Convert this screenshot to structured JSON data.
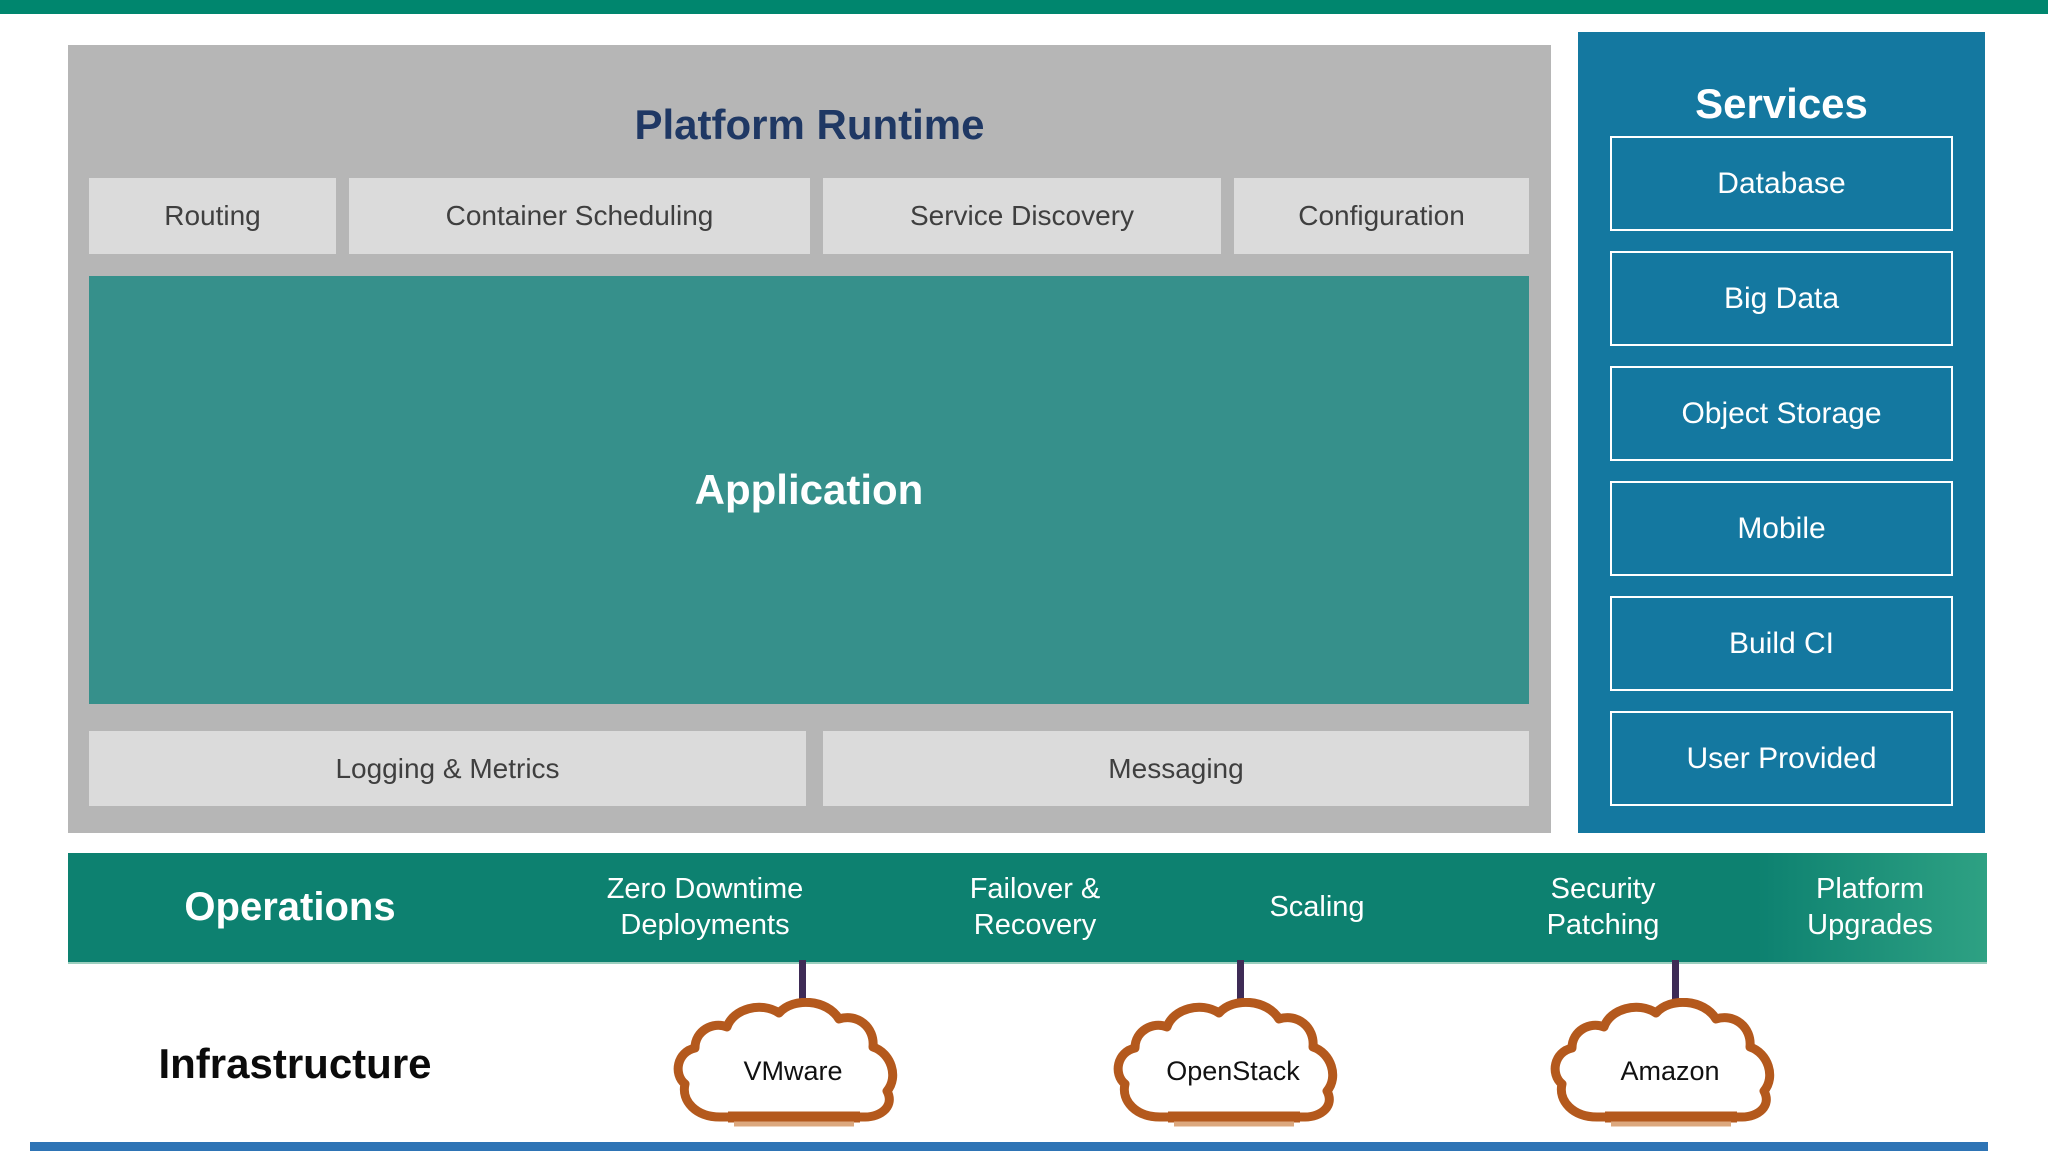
{
  "platform_runtime": {
    "title": "Platform Runtime",
    "top_boxes": [
      "Routing",
      "Container Scheduling",
      "Service Discovery",
      "Configuration"
    ],
    "application_label": "Application",
    "bottom_boxes": [
      "Logging & Metrics",
      "Messaging"
    ]
  },
  "services": {
    "title": "Services",
    "items": [
      "Database",
      "Big Data",
      "Object Storage",
      "Mobile",
      "Build CI",
      "User Provided"
    ]
  },
  "operations": {
    "title": "Operations",
    "items": [
      "Zero Downtime Deployments",
      "Failover & Recovery",
      "Scaling",
      "Security Patching",
      "Platform Upgrades"
    ]
  },
  "infrastructure": {
    "title": "Infrastructure",
    "providers": [
      "VMware",
      "OpenStack",
      "Amazon"
    ]
  },
  "colors": {
    "top_bar_green": "#00866E",
    "runtime_panel_gray": "#B6B6B6",
    "runtime_box_gray": "#DBDBDB",
    "application_teal": "#36908B",
    "services_blue": "#1478A0",
    "operations_green": "#0D8170",
    "title_navy": "#1F3864",
    "cloud_outline_orange": "#B4591D",
    "connector_purple": "#3E2B56",
    "bottom_bar_blue": "#2E74B5"
  }
}
